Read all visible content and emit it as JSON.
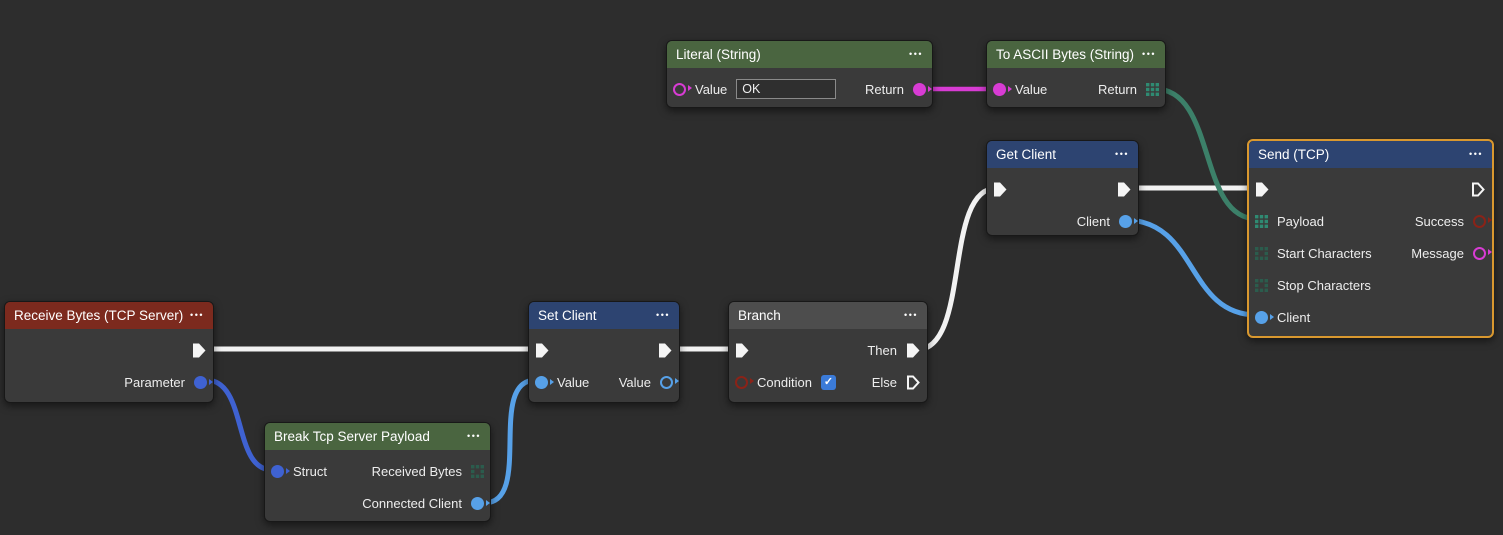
{
  "canvas": {
    "background": "#2d2d2d"
  },
  "colors": {
    "header_green": "#4a6540",
    "header_navy": "#2d4471",
    "header_red": "#7c2a1e",
    "header_gray": "#4d4d4d",
    "pin_string": "#d83cd4",
    "pin_client": "#57a1e8",
    "pin_struct": "#3f62d2",
    "pin_boolean": "#8a2318",
    "pin_bytes_connected": "#2f8a72",
    "pin_bytes_disconnected": "#2b5c4d",
    "pin_exec": "#f5f5f5",
    "selection_border": "#d9982f",
    "checkbox_fill": "#3b7bd8"
  },
  "icons": {
    "menu_dots": "•••",
    "check": "✓"
  },
  "nodes": {
    "literal": {
      "title": "Literal (String)",
      "value_label": "Value",
      "value_input": "OK",
      "return_label": "Return"
    },
    "to_ascii": {
      "title": "To ASCII Bytes (String)",
      "value_label": "Value",
      "return_label": "Return"
    },
    "get_client": {
      "title": "Get Client",
      "client_label": "Client"
    },
    "send_tcp": {
      "title": "Send (TCP)",
      "selected": true,
      "payload_label": "Payload",
      "success_label": "Success",
      "start_label": "Start Characters",
      "message_label": "Message",
      "stop_label": "Stop Characters",
      "client_label": "Client"
    },
    "receive_bytes": {
      "title": "Receive Bytes (TCP Server)",
      "parameter_label": "Parameter"
    },
    "set_client": {
      "title": "Set Client",
      "value_in_label": "Value",
      "value_out_label": "Value"
    },
    "branch": {
      "title": "Branch",
      "condition_label": "Condition",
      "condition_checked": true,
      "then_label": "Then",
      "else_label": "Else"
    },
    "break_payload": {
      "title": "Break Tcp Server Payload",
      "struct_label": "Struct",
      "received_bytes_label": "Received Bytes",
      "connected_client_label": "Connected Client"
    }
  }
}
